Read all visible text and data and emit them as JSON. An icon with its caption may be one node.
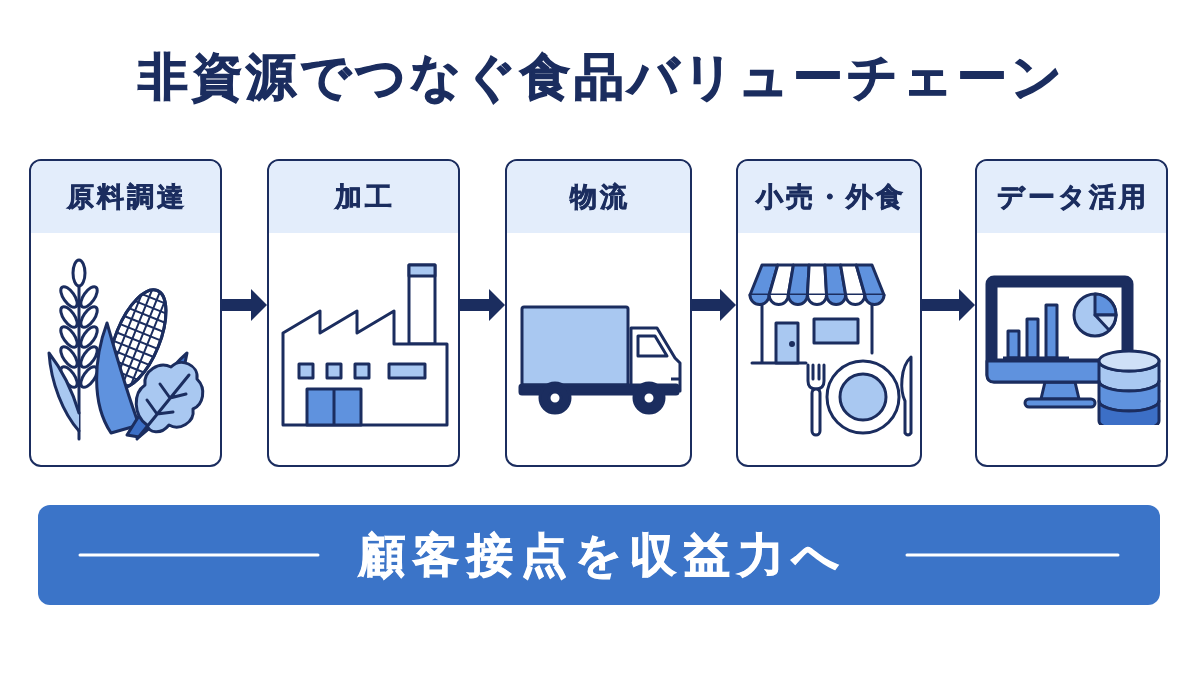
{
  "diagram": {
    "title": "非資源でつなぐ食品バリューチェーン",
    "nodes": [
      {
        "text": [
          "原料調達"
        ]
      },
      {
        "text": [
          "加工"
        ]
      },
      {
        "text": [
          "物流"
        ]
      },
      {
        "text": [
          "小売・外食"
        ]
      },
      {
        "text": [
          "データ活用"
        ]
      },
      {
        "text": [
          "顧客接点を収益力へ"
        ]
      }
    ],
    "edges": [
      {
        "from": 0,
        "to": 1,
        "arrow": "to"
      },
      {
        "from": 1,
        "to": 2,
        "arrow": "to"
      },
      {
        "from": 2,
        "to": 3,
        "arrow": "to"
      },
      {
        "from": 3,
        "to": 4,
        "arrow": "to"
      }
    ]
  }
}
